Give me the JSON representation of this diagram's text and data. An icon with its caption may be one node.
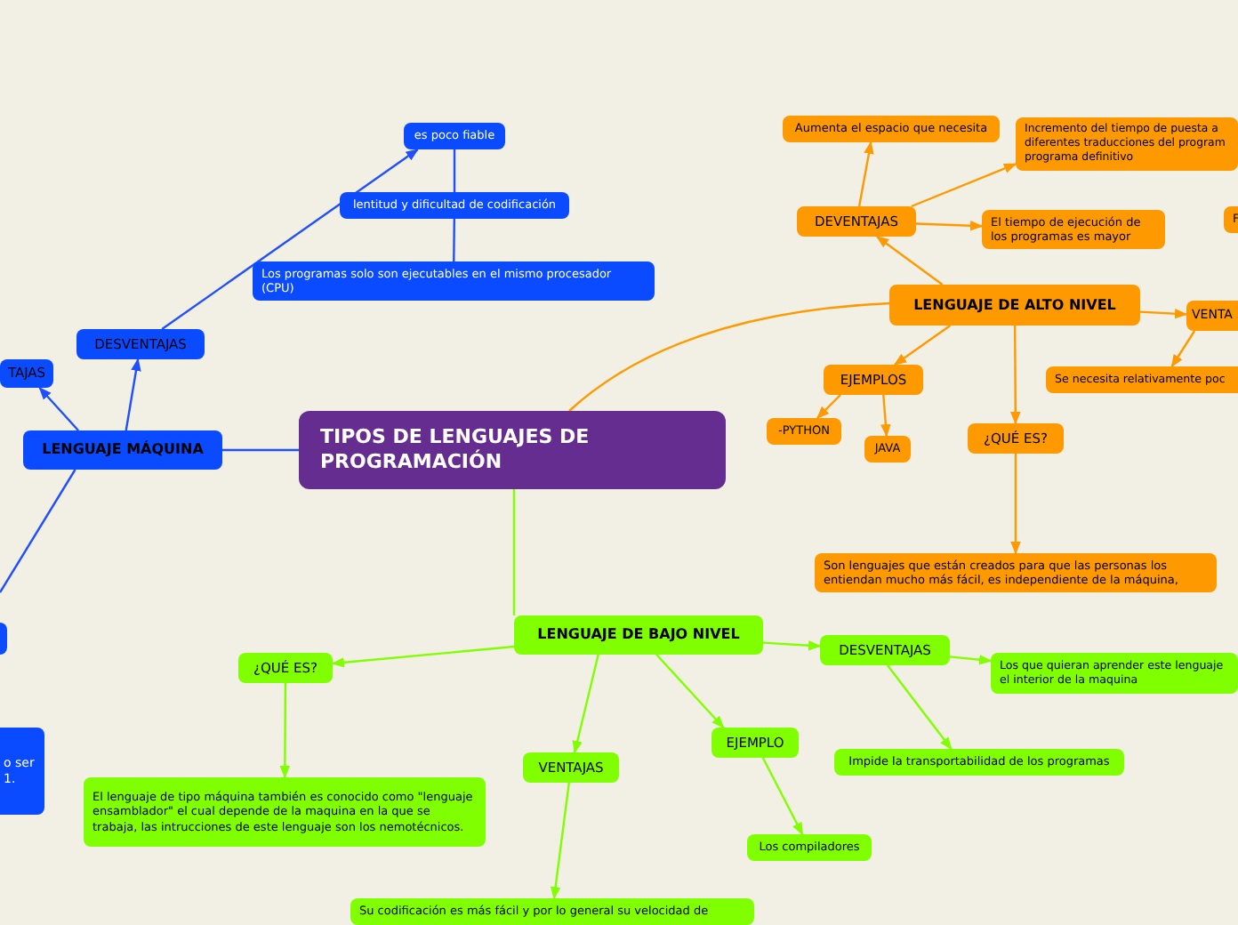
{
  "diagram": {
    "nodes": [
      {
        "text": [
          "TIPOS DE LENGUAJES DE PROGRAMACIÓN"
        ]
      },
      {
        "text": [
          "LENGUAJE MÁQUINA"
        ]
      },
      {
        "text": [
          "TAJAS"
        ]
      },
      {
        "text": [
          "DESVENTAJAS"
        ]
      },
      {
        "text": [
          "es poco fiable"
        ]
      },
      {
        "text": [
          "lentitud y dificultad de codificación"
        ]
      },
      {
        "text": [
          "Los programas solo son ejecutables en el mismo procesador (CPU)"
        ]
      },
      {
        "text": [],
        "shape": "box"
      },
      {
        "text": [
          "o ser 1."
        ]
      },
      {
        "text": [
          "LENGUAJE DE ALTO NIVEL"
        ]
      },
      {
        "text": [
          "DEVENTAJAS"
        ]
      },
      {
        "text": [
          "Aumenta el espacio que necesita"
        ]
      },
      {
        "text": [
          "Incremento del tiempo de puesta a diferentes traducciones del program programa definitivo"
        ]
      },
      {
        "text": [
          "El tiempo de ejecución de los programas es mayor"
        ]
      },
      {
        "text": [
          "F"
        ]
      },
      {
        "text": [
          "VENTA"
        ]
      },
      {
        "text": [
          "Se necesita relativamente poc"
        ]
      },
      {
        "text": [
          "EJEMPLOS"
        ]
      },
      {
        "text": [
          "-PYTHON"
        ]
      },
      {
        "text": [
          "JAVA"
        ]
      },
      {
        "text": [
          "¿QUÉ ES?"
        ]
      },
      {
        "text": [
          "Son lenguajes que están creados para que las personas los entiendan mucho más fácil, es independiente de la máquina,"
        ]
      },
      {
        "text": [
          "LENGUAJE DE BAJO NIVEL"
        ]
      },
      {
        "text": [
          "¿QUÉ ES?"
        ]
      },
      {
        "text": [
          "El lenguaje de tipo máquina también es conocido como \"lenguaje ensamblador\" el cual depende de la maquina en la que se trabaja, las intrucciones de este lenguaje son los nemotécnicos."
        ]
      },
      {
        "text": [
          "DESVENTAJAS"
        ]
      },
      {
        "text": [
          "Los que quieran aprender este lenguaje el interior de la maquina"
        ]
      },
      {
        "text": [
          "Impide la transportabilidad de los programas"
        ]
      },
      {
        "text": [
          "VENTAJAS"
        ]
      },
      {
        "text": [
          "EJEMPLO"
        ]
      },
      {
        "text": [
          "Los compiladores"
        ]
      },
      {
        "text": [
          "Su codificación es más fácil y por lo general su velocidad de"
        ]
      }
    ],
    "edges": [
      {
        "from": 0,
        "to": 1,
        "arrow": "none",
        "color": "#1f4fff"
      },
      {
        "from": 1,
        "to": 2,
        "arrow": "to",
        "color": "#1f4fff"
      },
      {
        "from": 1,
        "to": 3,
        "arrow": "to",
        "color": "#1f4fff"
      },
      {
        "from": 1,
        "to": null,
        "arrow": "none",
        "color": "#1f4fff"
      },
      {
        "from": 3,
        "to": 4,
        "arrow": "to",
        "color": "#1f4fff"
      },
      {
        "from": 4,
        "to": 5,
        "arrow": "none",
        "color": "#1f4fff"
      },
      {
        "from": 5,
        "to": 6,
        "arrow": "none",
        "color": "#1f4fff"
      },
      {
        "from": 0,
        "to": 9,
        "arrow": "none"
      },
      {
        "from": 9,
        "to": 10,
        "arrow": "to"
      },
      {
        "from": 10,
        "to": 11,
        "arrow": "to"
      },
      {
        "from": 10,
        "to": 12,
        "arrow": "to"
      },
      {
        "from": 10,
        "to": 13,
        "arrow": "to"
      },
      {
        "from": 9,
        "to": 15,
        "arrow": "to"
      },
      {
        "from": 15,
        "to": 16,
        "arrow": "to"
      },
      {
        "from": 9,
        "to": 17,
        "arrow": "to"
      },
      {
        "from": 17,
        "to": 18,
        "arrow": "to"
      },
      {
        "from": 17,
        "to": 19,
        "arrow": "to"
      },
      {
        "from": 9,
        "to": 20,
        "arrow": "to"
      },
      {
        "from": 20,
        "to": 21,
        "arrow": "to"
      },
      {
        "from": 0,
        "to": 22,
        "arrow": "none",
        "color": "#80ff00"
      },
      {
        "from": 22,
        "to": 23,
        "arrow": "to",
        "color": "#80ff00"
      },
      {
        "from": 23,
        "to": 24,
        "arrow": "to",
        "color": "#80ff00"
      },
      {
        "from": 22,
        "to": 25,
        "arrow": "to",
        "color": "#80ff00"
      },
      {
        "from": 25,
        "to": 26,
        "arrow": "to",
        "color": "#80ff00"
      },
      {
        "from": 25,
        "to": 27,
        "arrow": "to",
        "color": "#80ff00"
      },
      {
        "from": 22,
        "to": 28,
        "arrow": "to",
        "color": "#80ff00"
      },
      {
        "from": 28,
        "to": 31,
        "arrow": "to",
        "color": "#80ff00"
      },
      {
        "from": 22,
        "to": 29,
        "arrow": "to",
        "color": "#80ff00"
      },
      {
        "from": 29,
        "to": 30,
        "arrow": "to",
        "color": "#80ff00"
      }
    ]
  }
}
